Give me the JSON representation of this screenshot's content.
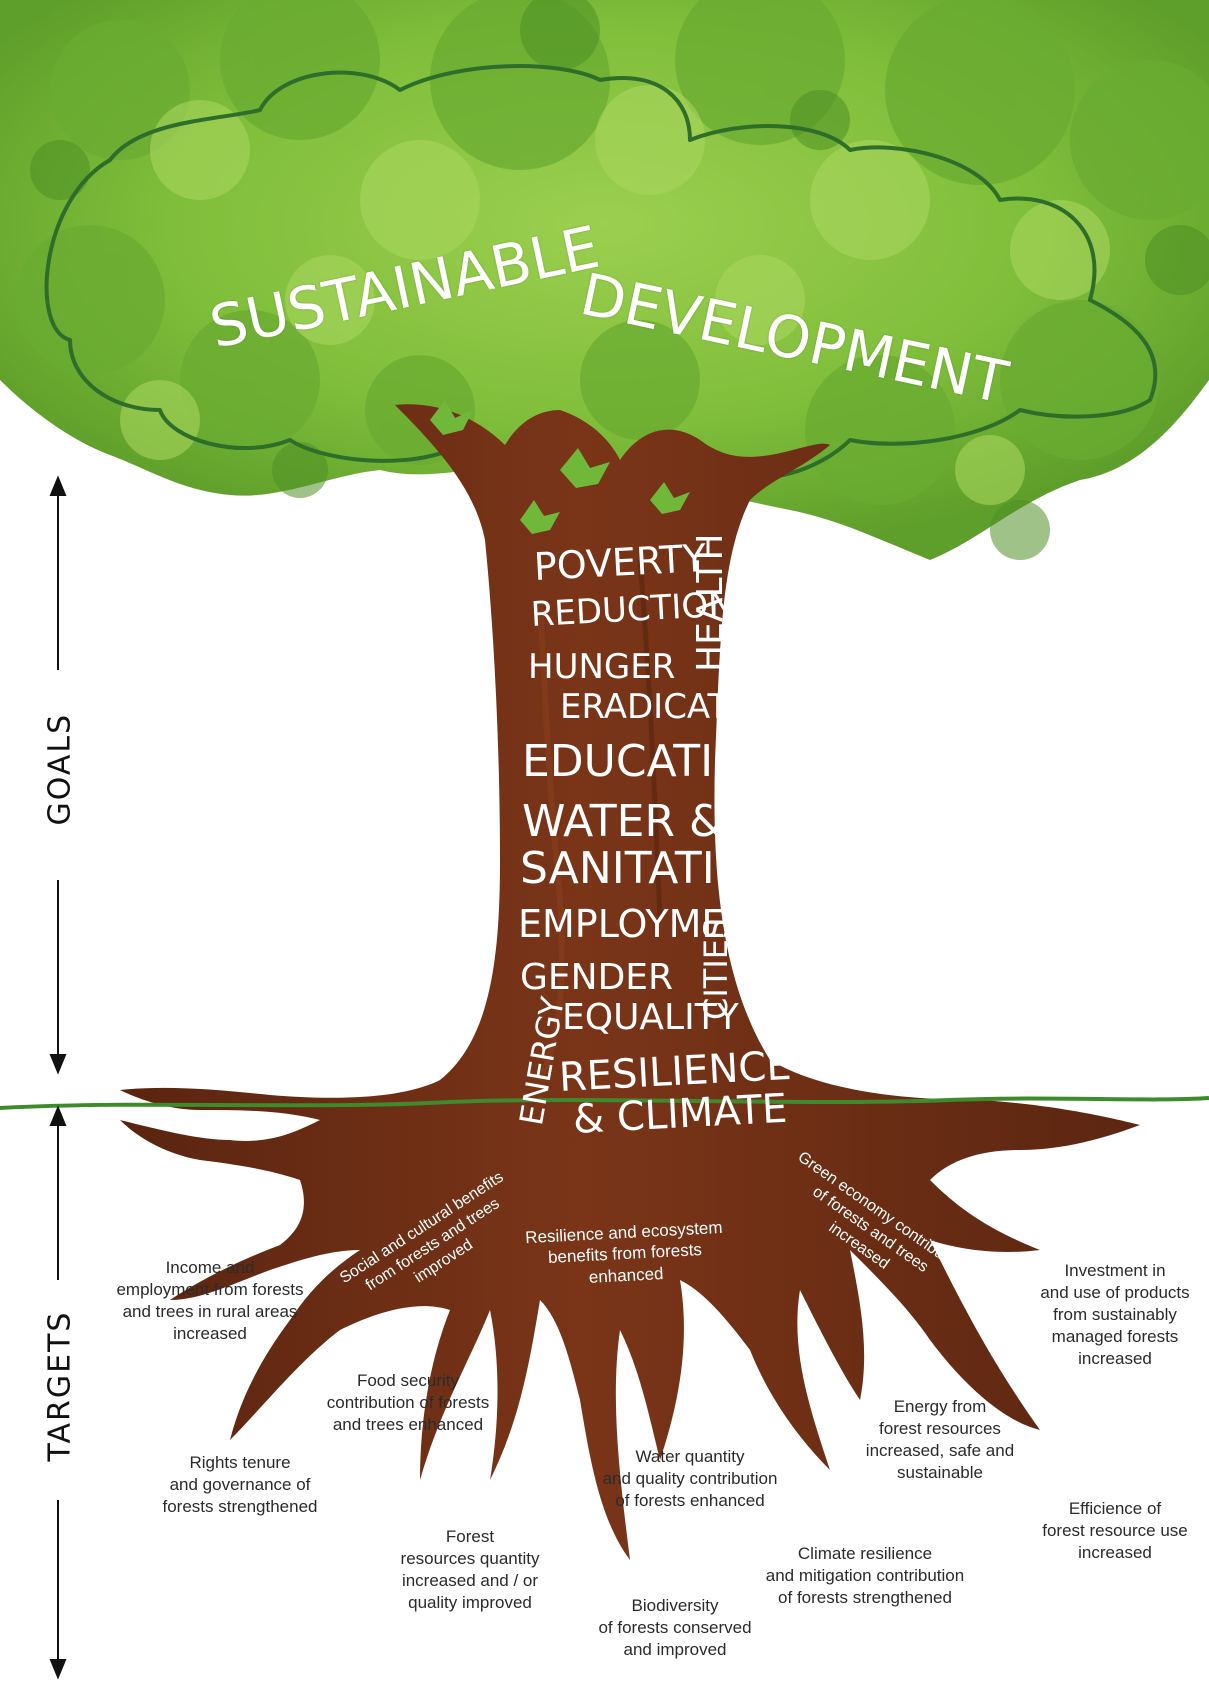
{
  "title": {
    "line1": "SUSTAINABLE",
    "line2": "DEVELOPMENT"
  },
  "side_labels": {
    "goals": "GOALS",
    "targets": "TARGETS"
  },
  "goals": {
    "poverty_line1": "POVERTY",
    "poverty_line2": "REDUCTION",
    "health": "HEALTH",
    "hunger_line1": "HUNGER",
    "hunger_line2": "ERADICATION",
    "education": "EDUCATION",
    "water_line1": "WATER &",
    "water_line2": "SANITATION",
    "employment": "EMPLOYMENT",
    "gender_line1": "GENDER",
    "gender_line2": "EQUALITY",
    "cities": "CITIES",
    "energy": "ENERGY",
    "resilience_line1": "RESILIENCE",
    "resilience_line2": "& CLIMATE"
  },
  "root_targets": {
    "social": "Social and cultural benefits\nfrom forests and trees\nimproved",
    "resilience": "Resilience and ecosystem\nbenefits from forests\nenhanced",
    "green_economy": "Green economy contribution\nof forests and trees\nincreased"
  },
  "targets": {
    "income": "Income and\nemployment from forests\nand trees in rural areas\nincreased",
    "food_security": "Food security\ncontribution of forests\nand trees enhanced",
    "rights_tenure": "Rights tenure\nand governance of\nforests strengthened",
    "forest_resources": "Forest\nresources quantity\nincreased and / or\nquality improved",
    "water_quantity": "Water quantity\nand quality contribution\nof forests enhanced",
    "biodiversity": "Biodiversity\nof forests conserved\nand improved",
    "climate_resilience": "Climate resilience\nand mitigation contribution\nof forests strengthened",
    "energy": "Energy from\nforest resources\nincreased, safe and\nsustainable",
    "investment": "Investment in\nand use of products\nfrom sustainably\nmanaged forests\nincreased",
    "efficience": "Efficience of\nforest resource use\nincreased"
  },
  "colors": {
    "canopy_dark": "#5f9e2e",
    "canopy_light": "#8cc63f",
    "trunk": "#6b2e14",
    "trunk_light": "#8a3f1e",
    "ground_line": "#3e8a2c",
    "cloud_outline": "#2f6e2a"
  }
}
